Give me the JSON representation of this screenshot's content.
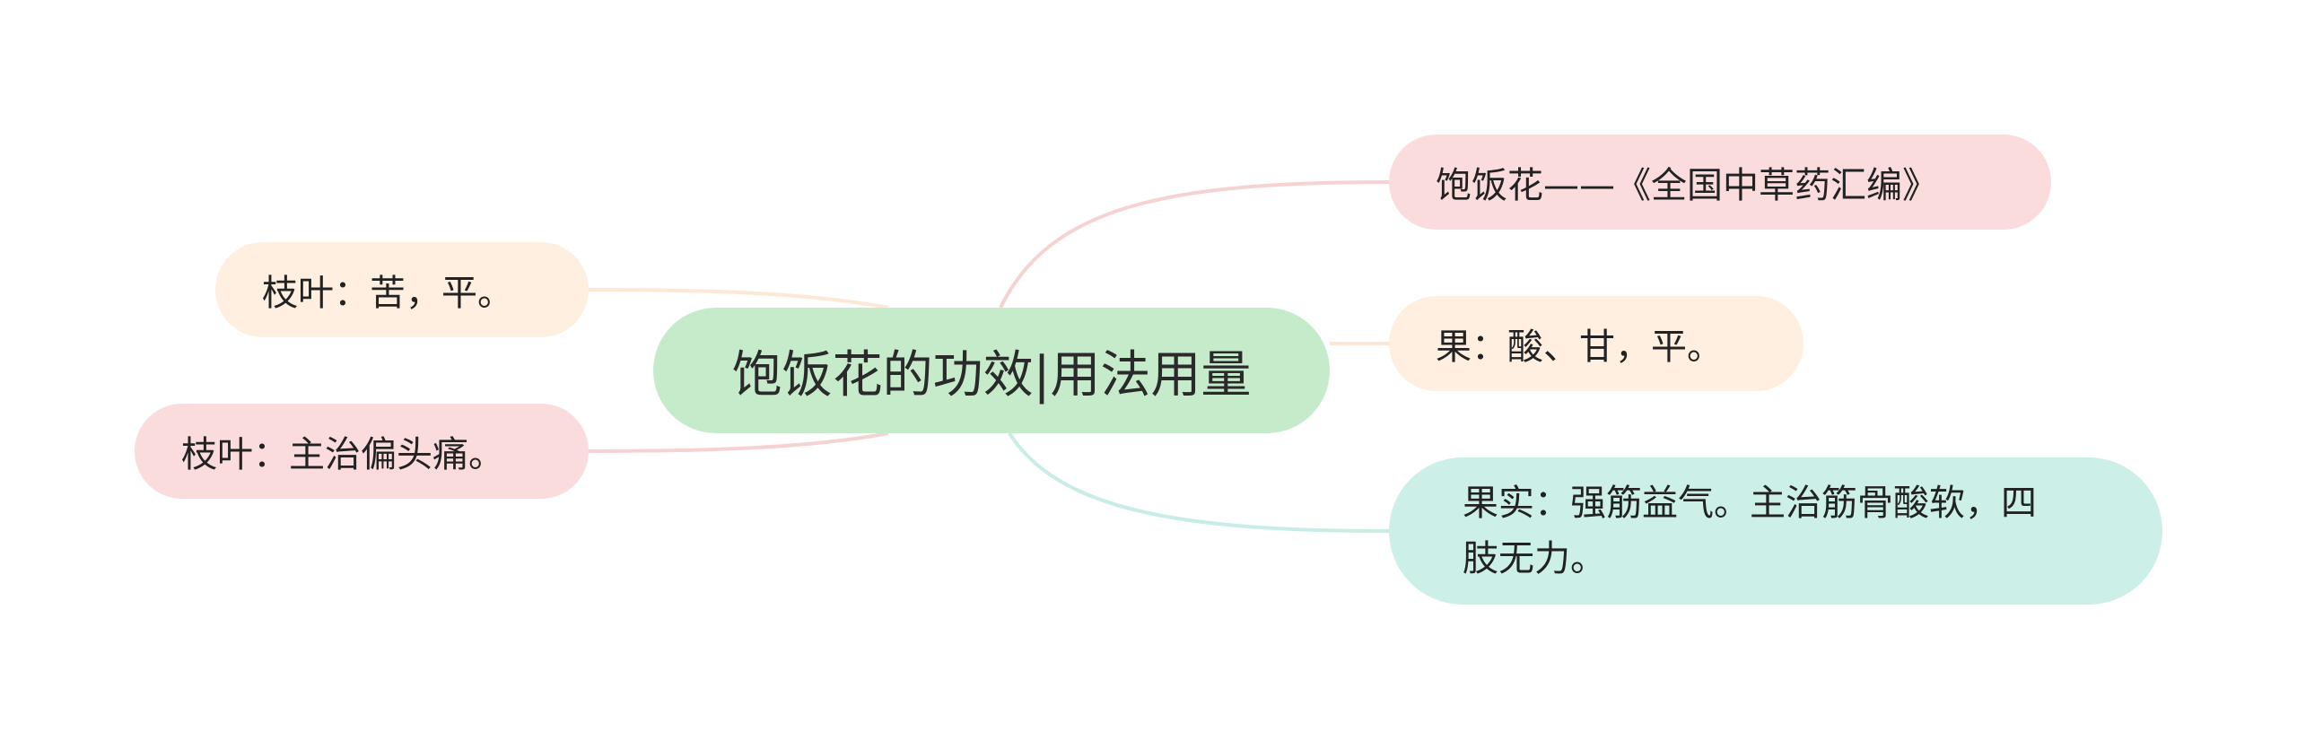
{
  "mindmap": {
    "root": {
      "label": "饱饭花的功效|用法用量",
      "color": "#c6ebcb"
    },
    "branches": [
      {
        "label": "饱饭花——《全国中草药汇编》",
        "side": "right",
        "color": "#fadcdc",
        "line_color": "#f6d3d3"
      },
      {
        "label": "果：酸、甘，平。",
        "side": "right",
        "color": "#feefe0",
        "line_color": "#fde8d6"
      },
      {
        "label": "果实：强筋益气。主治筋骨酸软，四肢无力。",
        "side": "right",
        "color": "#ccefe8",
        "line_color": "#c8ece6"
      },
      {
        "label": "枝叶：苦，平。",
        "side": "left",
        "color": "#feefe0",
        "line_color": "#fde8d6"
      },
      {
        "label": "枝叶：主治偏头痛。",
        "side": "left",
        "color": "#fadcdc",
        "line_color": "#f6d3d3"
      }
    ]
  }
}
